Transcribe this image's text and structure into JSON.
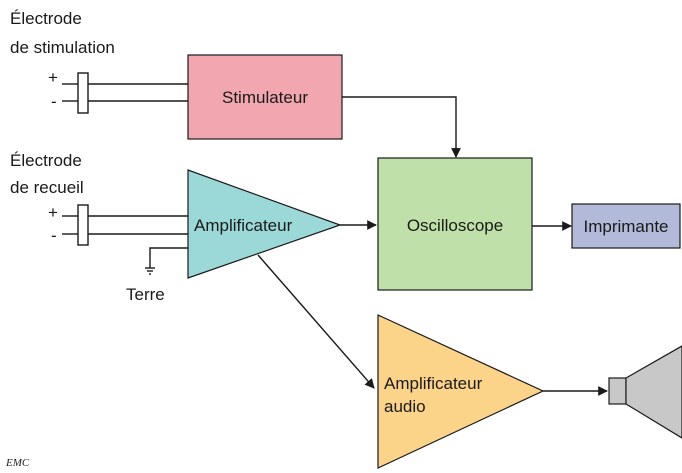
{
  "labels": {
    "stim_electrode_1": "Électrode",
    "stim_electrode_2": "de stimulation",
    "rec_electrode_1": "Électrode",
    "rec_electrode_2": "de recueil",
    "plus": "+",
    "minus": "-",
    "ground": "Terre",
    "logo": "EMC"
  },
  "blocks": {
    "stimulator": {
      "label": "Stimulateur",
      "color": "#f2a7b0"
    },
    "amplifier": {
      "label": "Amplificateur",
      "color": "#9bd8d8"
    },
    "oscilloscope": {
      "label": "Oscilloscope",
      "color": "#bfe0a8"
    },
    "printer": {
      "label": "Imprimante",
      "color": "#b3b9d9"
    },
    "audio_amplifier": {
      "label_1": "Amplificateur",
      "label_2": "audio",
      "color": "#fbd48a"
    },
    "speaker": {
      "color": "#c8c8c8"
    }
  }
}
